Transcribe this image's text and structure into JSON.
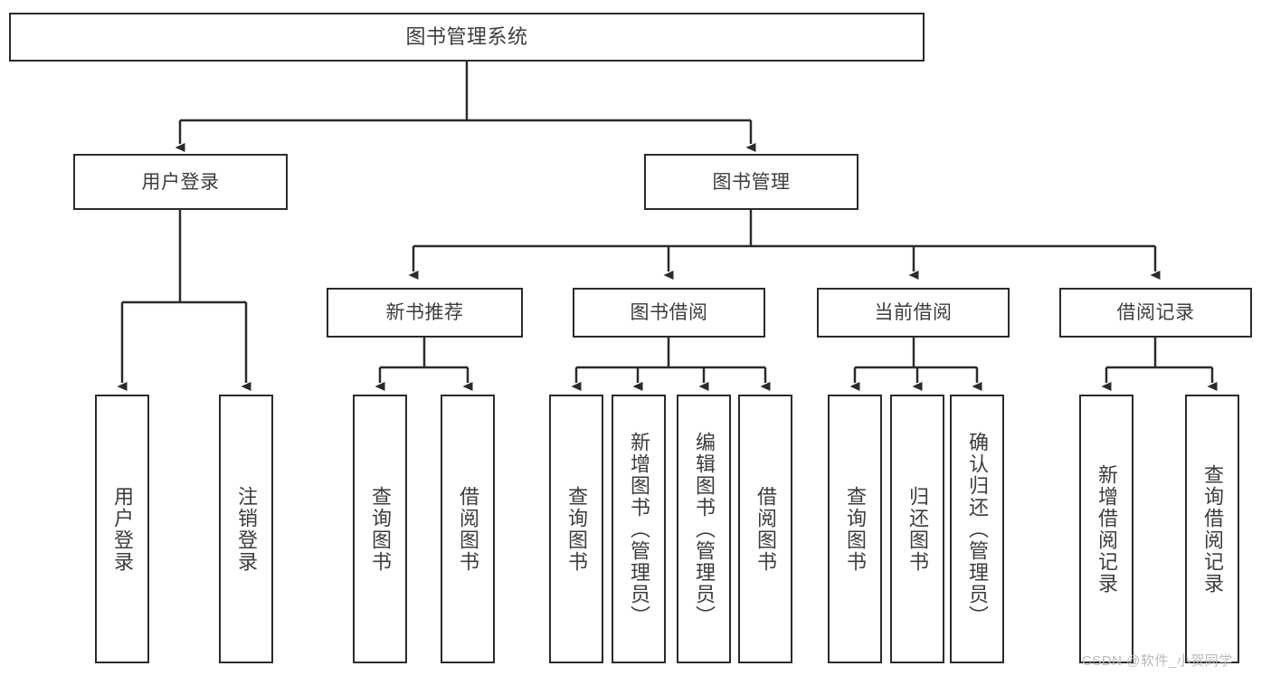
{
  "diagram": {
    "type": "hierarchy-tree",
    "title": "图书管理系统",
    "levels": [
      {
        "level": 1,
        "nodes": [
          {
            "id": "root",
            "label": "图书管理系统",
            "orientation": "horizontal"
          }
        ]
      },
      {
        "level": 2,
        "nodes": [
          {
            "id": "user-login",
            "label": "用户登录",
            "orientation": "horizontal"
          },
          {
            "id": "book-manage",
            "label": "图书管理",
            "orientation": "horizontal"
          }
        ]
      },
      {
        "level": 3,
        "nodes": [
          {
            "id": "new-book-rec",
            "label": "新书推荐",
            "orientation": "horizontal"
          },
          {
            "id": "book-borrow",
            "label": "图书借阅",
            "orientation": "horizontal"
          },
          {
            "id": "current-borrow",
            "label": "当前借阅",
            "orientation": "horizontal"
          },
          {
            "id": "borrow-record",
            "label": "借阅记录",
            "orientation": "horizontal"
          }
        ]
      },
      {
        "level": 4,
        "nodes": [
          {
            "id": "leaf-user-login",
            "label": "用户登录",
            "orientation": "vertical",
            "parent": "user-login"
          },
          {
            "id": "leaf-logout",
            "label": "注销登录",
            "orientation": "vertical",
            "parent": "user-login"
          },
          {
            "id": "leaf-query-book-1",
            "label": "查询图书",
            "orientation": "vertical",
            "parent": "new-book-rec"
          },
          {
            "id": "leaf-borrow-book-1",
            "label": "借阅图书",
            "orientation": "vertical",
            "parent": "new-book-rec"
          },
          {
            "id": "leaf-query-book-2",
            "label": "查询图书",
            "orientation": "vertical",
            "parent": "book-borrow"
          },
          {
            "id": "leaf-add-book",
            "label": "新增图书（管理员）",
            "orientation": "vertical",
            "parent": "book-borrow"
          },
          {
            "id": "leaf-edit-book",
            "label": "编辑图书（管理员）",
            "orientation": "vertical",
            "parent": "book-borrow"
          },
          {
            "id": "leaf-borrow-book-2",
            "label": "借阅图书",
            "orientation": "vertical",
            "parent": "book-borrow"
          },
          {
            "id": "leaf-query-book-3",
            "label": "查询图书",
            "orientation": "vertical",
            "parent": "current-borrow"
          },
          {
            "id": "leaf-return-book",
            "label": "归还图书",
            "orientation": "vertical",
            "parent": "current-borrow"
          },
          {
            "id": "leaf-confirm-return",
            "label": "确认归还（管理员）",
            "orientation": "vertical",
            "parent": "current-borrow"
          },
          {
            "id": "leaf-add-record",
            "label": "新增借阅记录",
            "orientation": "vertical",
            "parent": "borrow-record"
          },
          {
            "id": "leaf-query-record",
            "label": "查询借阅记录",
            "orientation": "vertical",
            "parent": "borrow-record"
          }
        ]
      }
    ],
    "colors": {
      "stroke": "#2b2b2b",
      "fill": "#ffffff",
      "text": "#3d3d3d",
      "watermark": "#b9b9b9"
    }
  },
  "watermark": {
    "text": "CSDN @软件_小贺同学"
  }
}
